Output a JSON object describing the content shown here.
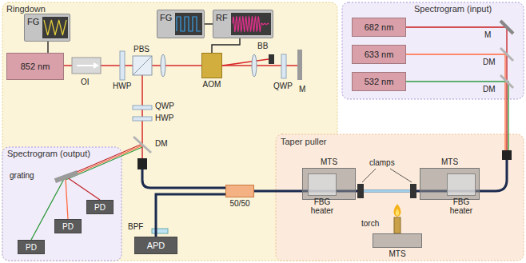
{
  "diagram": {
    "nodes": [
      {
        "text": [
          "Ringdown"
        ]
      },
      {
        "text": [
          "FG"
        ],
        "in": 0
      },
      {
        "text": [
          "FG"
        ],
        "in": 0
      },
      {
        "text": [
          "RF"
        ],
        "in": 0
      },
      {
        "text": [
          "852 nm"
        ],
        "in": 0
      },
      {
        "text": [
          "AOM"
        ],
        "in": 0
      },
      {
        "text": [
          "50/50"
        ],
        "in": 0
      },
      {
        "text": [
          "APD"
        ],
        "in": 0
      },
      {
        "text": [
          "Spectrogram (input)"
        ]
      },
      {
        "text": [
          "682 nm"
        ],
        "in": 8
      },
      {
        "text": [
          "633 nm"
        ],
        "in": 8
      },
      {
        "text": [
          "532 nm"
        ],
        "in": 8
      },
      {
        "text": [
          "Spectrogram (output)"
        ]
      },
      {
        "text": [
          "PD"
        ],
        "in": 12
      },
      {
        "text": [
          "PD"
        ],
        "in": 12
      },
      {
        "text": [
          "PD"
        ],
        "in": 12
      },
      {
        "text": [
          "Taper puller"
        ]
      },
      {
        "text": [
          "MTS"
        ],
        "in": 16
      },
      {
        "text": [
          "FBG heater"
        ],
        "in": 17
      },
      {
        "text": [
          "MTS"
        ],
        "in": 16
      },
      {
        "text": [
          "FBG heater"
        ],
        "in": 19
      },
      {
        "text": [
          "MTS"
        ],
        "in": 16
      }
    ],
    "edges": [
      {
        "from": 1,
        "to": 4,
        "arrow": "none"
      },
      {
        "from": 2,
        "to": 3,
        "arrow": "none"
      },
      {
        "from": 3,
        "to": 5,
        "arrow": "none"
      },
      {
        "from": 6,
        "to": 7,
        "arrow": "none"
      }
    ],
    "labels": [
      "OI",
      "HWP",
      "PBS",
      "BB",
      "QWP",
      "M",
      "QWP",
      "HWP",
      "DM",
      "BPF",
      "M",
      "DM",
      "DM",
      "grating",
      "clamps",
      "torch"
    ]
  }
}
